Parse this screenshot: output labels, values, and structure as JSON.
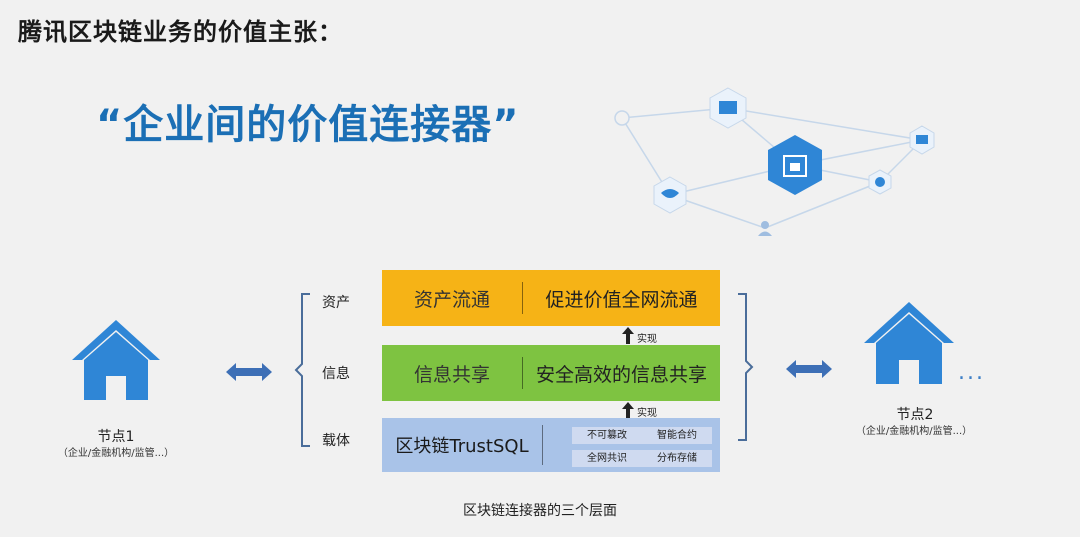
{
  "title": "腾讯区块链业务的价值主张：",
  "slogan": "“企业间的价值连接器”",
  "node_left": {
    "label": "节点1",
    "sub": "（企业/金融机构/监管...）"
  },
  "node_right": {
    "label": "节点2",
    "sub": "（企业/金融机构/监管...）",
    "more": "..."
  },
  "layer_labels": {
    "asset": "资产",
    "info": "信息",
    "carrier": "载体"
  },
  "layers": {
    "asset": {
      "left": "资产流通",
      "right": "促进价值全网流通"
    },
    "info": {
      "left": "信息共享",
      "right": "安全高效的信息共享"
    },
    "carrier": {
      "left": "区块链TrustSQL",
      "chips": [
        "不可篡改",
        "智能合约",
        "全网共识",
        "分布存储"
      ]
    }
  },
  "arrow_labels": [
    "实现",
    "实现"
  ],
  "caption": "区块链连接器的三个层面",
  "colors": {
    "asset": "#f6b316",
    "info": "#7ec341",
    "carrier": "#a9c3e8",
    "accent": "#1b6fb5",
    "icon": "#2f86d6"
  },
  "icons": [
    "house-icon",
    "double-arrow-icon",
    "lock-icon",
    "briefcase-icon",
    "handshake-icon",
    "shield-icon",
    "coin-icon",
    "user-icon"
  ]
}
